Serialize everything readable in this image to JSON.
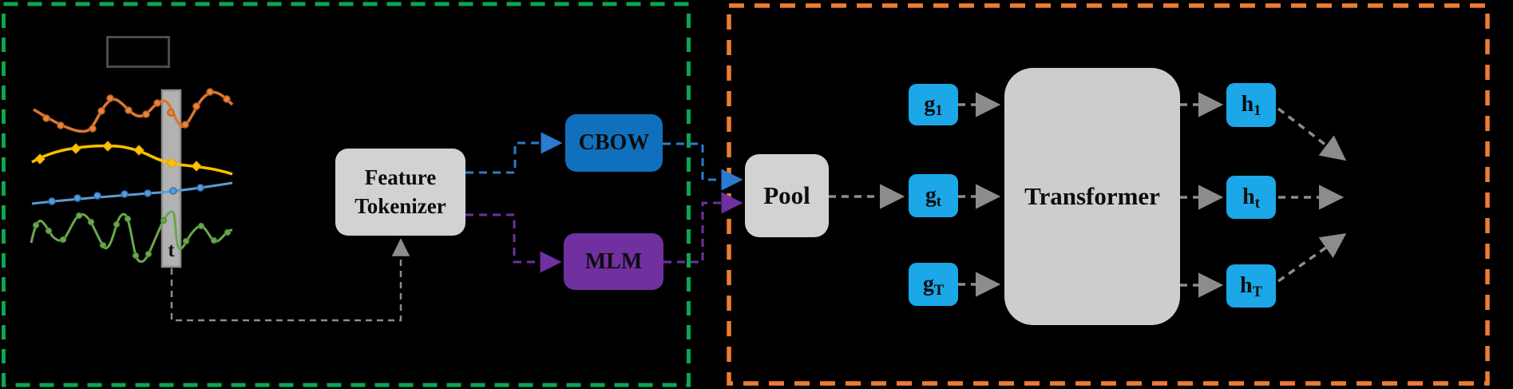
{
  "figure": {
    "type": "architecture-diagram",
    "background": "#000000"
  },
  "pretraining_panel": {
    "border_color": "#0ca64f",
    "signal_plot": {
      "time_marker_label": "t",
      "signals": [
        {
          "name": "signal-orange",
          "color": "#dd7632"
        },
        {
          "name": "signal-yellow",
          "color": "#ffc000"
        },
        {
          "name": "signal-blue",
          "color": "#5b9bd5"
        },
        {
          "name": "signal-green",
          "color": "#6aa84f"
        }
      ],
      "highlight_bar_color": "#b2b2b2"
    },
    "feature_tokenizer": {
      "line1": "Feature",
      "line2": "Tokenizer",
      "fill": "#d2d2d2"
    },
    "cbow": {
      "label": "CBOW",
      "fill": "#1170bd"
    },
    "mlm": {
      "label": "MLM",
      "fill": "#7030a0"
    }
  },
  "encoder_panel": {
    "border_color": "#ed7d31",
    "pool": {
      "label": "Pool",
      "fill": "#d2d2d2"
    },
    "transformer": {
      "label": "Transformer",
      "fill": "#cdcdcd"
    },
    "token_fill": "#1ba7e8",
    "inputs": [
      {
        "base": "g",
        "sub": "1"
      },
      {
        "base": "g",
        "sub": "t"
      },
      {
        "base": "g",
        "sub": "T"
      }
    ],
    "outputs": [
      {
        "base": "h",
        "sub": "1"
      },
      {
        "base": "h",
        "sub": "t"
      },
      {
        "base": "h",
        "sub": "T"
      }
    ]
  },
  "connector_colors": {
    "cbow_path": "#2b7bd0",
    "mlm_path": "#7030a0",
    "flow": "#8c8c8c"
  }
}
